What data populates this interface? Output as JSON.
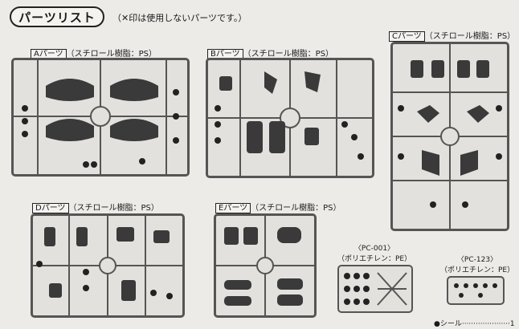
{
  "header": {
    "title": "パーツリスト",
    "note": "（✕印は使用しないパーツです。）"
  },
  "frames": {
    "a": {
      "label_tag": "Aパーツ",
      "label_rest": "（スチロール樹脂：PS）"
    },
    "b": {
      "label_tag": "Bパーツ",
      "label_rest": "（スチロール樹脂：PS）"
    },
    "c": {
      "label_tag": "Cパーツ",
      "label_rest": "（スチロール樹脂：PS）"
    },
    "d": {
      "label_tag": "Dパーツ",
      "label_rest": "（スチロール樹脂：PS）"
    },
    "e": {
      "label_tag": "Eパーツ",
      "label_rest": "（スチロール樹脂：PS）"
    }
  },
  "pc": {
    "pc001": {
      "line1": "〈PC-001〉",
      "line2": "（ポリエチレン：PE）"
    },
    "pc123": {
      "line1": "〈PC-123〉",
      "line2": "（ポリエチレン：PE）"
    }
  },
  "footer": {
    "text": "●シール·····················1"
  }
}
